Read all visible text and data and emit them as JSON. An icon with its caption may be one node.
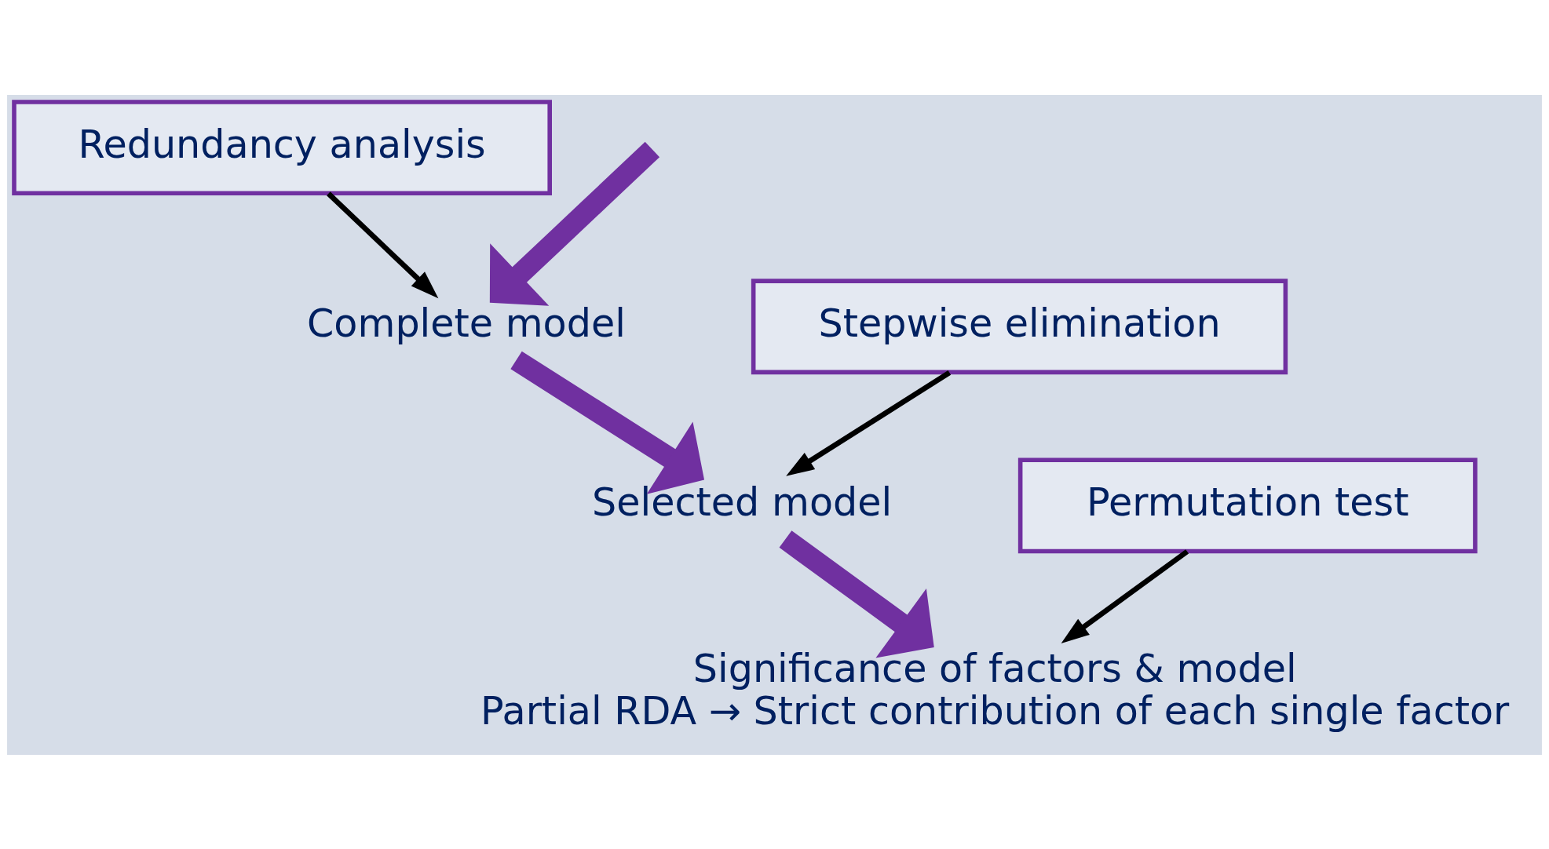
{
  "diagram": {
    "nodes": [
      {
        "text": [
          "Redundancy analysis"
        ]
      },
      {
        "text": [
          "Complete model"
        ]
      },
      {
        "text": [
          "Stepwise elimination"
        ]
      },
      {
        "text": [
          "Selected model"
        ]
      },
      {
        "text": [
          "Permutation test"
        ]
      },
      {
        "text": [
          "Significance of factors & model",
          "Partial RDA → Strict contribution of each single factor"
        ]
      }
    ],
    "edges": [
      {
        "from": null,
        "to": 1,
        "arrow": "to",
        "style": "thick",
        "color": "#7030a0"
      },
      {
        "from": 0,
        "to": 1,
        "arrow": "to",
        "color": "#000000"
      },
      {
        "from": 1,
        "to": 3,
        "arrow": "to",
        "style": "thick",
        "color": "#7030a0"
      },
      {
        "from": 2,
        "to": 3,
        "arrow": "to",
        "color": "#000000"
      },
      {
        "from": 3,
        "to": 5,
        "arrow": "to",
        "style": "thick",
        "color": "#7030a0"
      },
      {
        "from": 4,
        "to": 5,
        "arrow": "to",
        "color": "#000000"
      }
    ]
  }
}
